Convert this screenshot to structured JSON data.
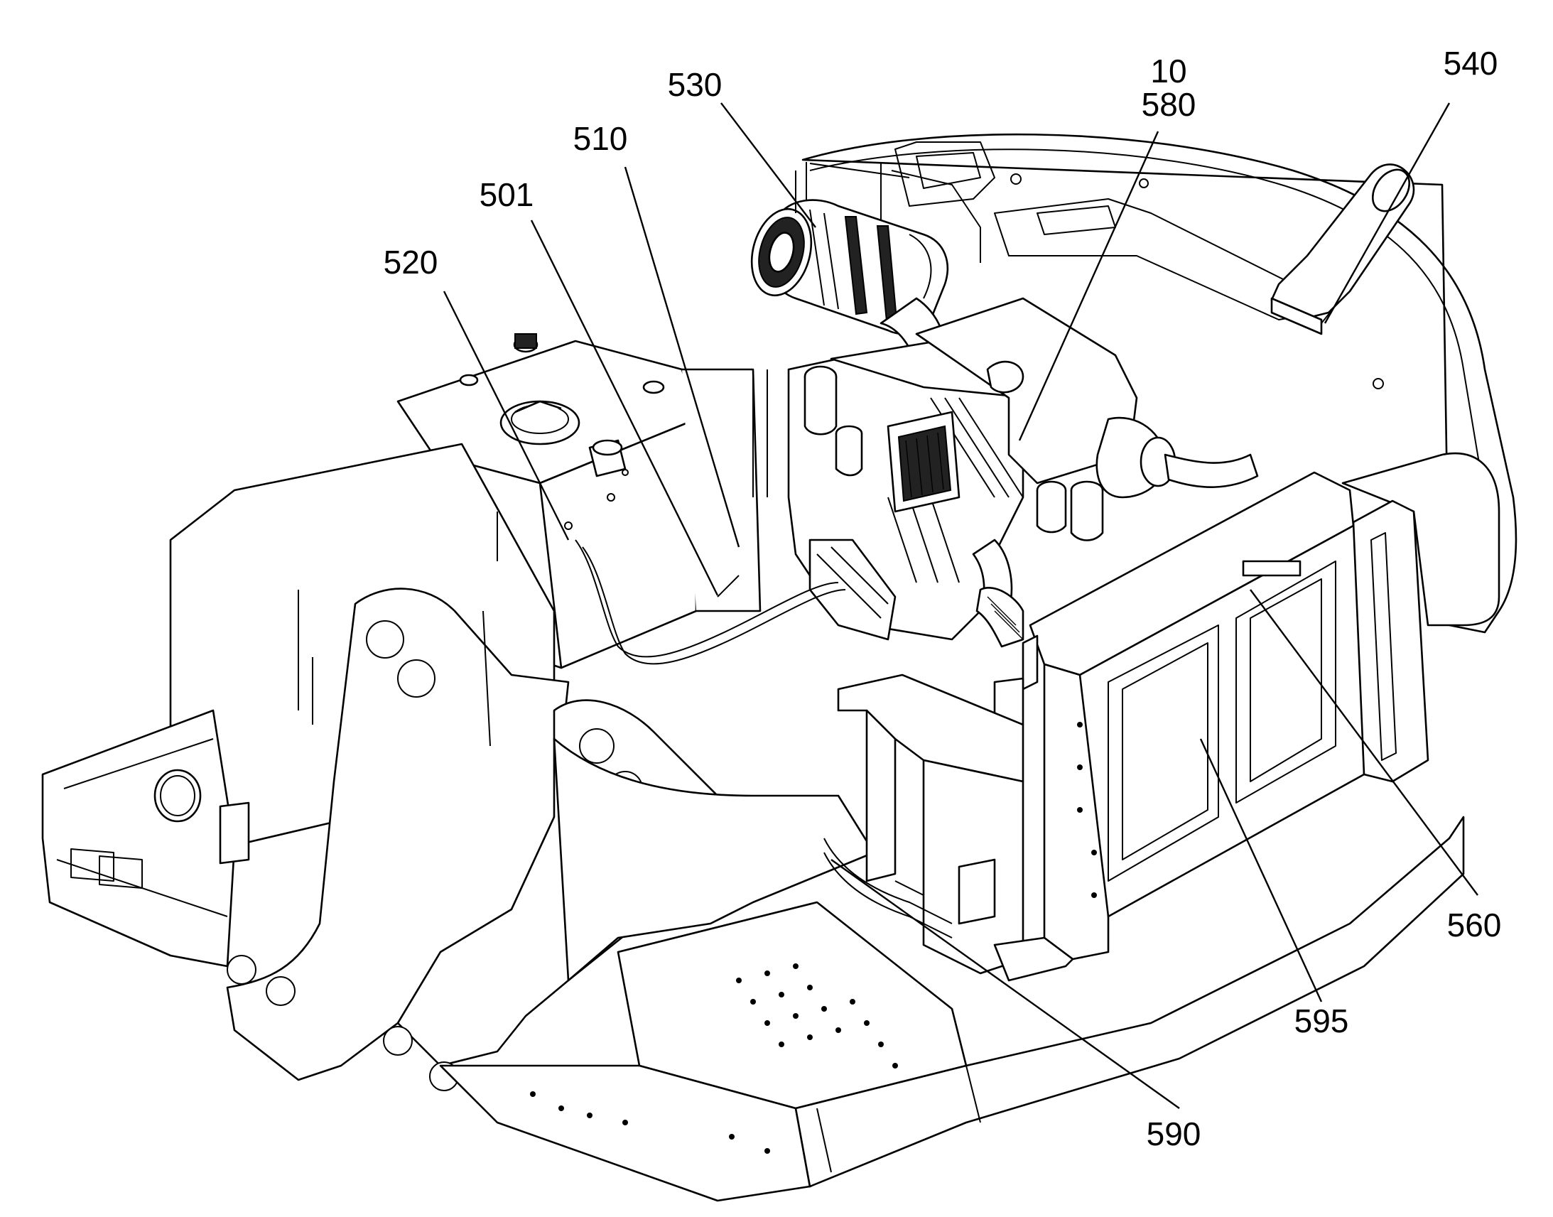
{
  "labels": {
    "l10": "10",
    "l580": "580",
    "l530": "530",
    "l540": "540",
    "l510": "510",
    "l501": "501",
    "l520": "520",
    "l560": "560",
    "l595": "595",
    "l590": "590"
  }
}
